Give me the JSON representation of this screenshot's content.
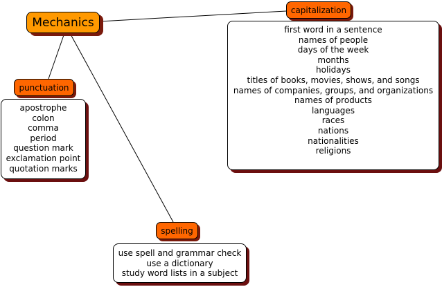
{
  "root": {
    "label": "Mechanics"
  },
  "capitalization": {
    "label": "capitalization",
    "items": [
      "first word in a sentence",
      "names of people",
      "days of the week",
      "months",
      "holidays",
      "titles of books, movies, shows, and songs",
      "names of companies, groups, and organizations",
      "names of products",
      "languages",
      "races",
      "nations",
      "nationalities",
      "religions"
    ]
  },
  "punctuation": {
    "label": "punctuation",
    "items": [
      "apostrophe",
      "colon",
      "comma",
      "period",
      "question mark",
      "exclamation point",
      "quotation marks"
    ]
  },
  "spelling": {
    "label": "spelling",
    "items": [
      "use spell and grammar check",
      "use a dictionary",
      "study word lists in a subject"
    ]
  },
  "colors": {
    "root_fill": "#ff9900",
    "category_fill": "#ff6600",
    "shadow": "#7a1a0c",
    "detail_fill": "#ffffff"
  }
}
